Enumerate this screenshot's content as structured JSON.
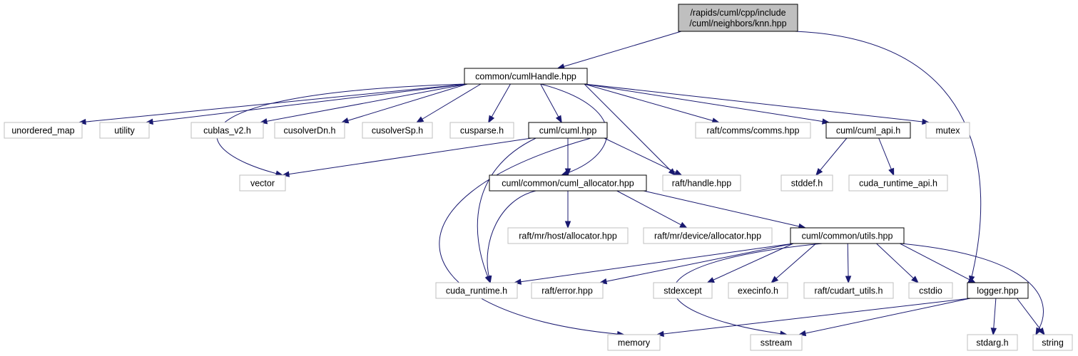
{
  "colors": {
    "edge": "#191970",
    "root_fill": "#bfbfbf",
    "missing_border": "#bfbfbf",
    "doc_border": "#000000"
  },
  "nodes": {
    "knn": {
      "lines": [
        "/rapids/cuml/cpp/include",
        "/cuml/neighbors/knn.hpp"
      ],
      "kind": "root"
    },
    "cumlHandle": {
      "lines": [
        "common/cumlHandle.hpp"
      ],
      "kind": "doc"
    },
    "unordered_map": {
      "lines": [
        "unordered_map"
      ],
      "kind": "missing"
    },
    "utility": {
      "lines": [
        "utility"
      ],
      "kind": "missing"
    },
    "cublas": {
      "lines": [
        "cublas_v2.h"
      ],
      "kind": "missing"
    },
    "cusolverDn": {
      "lines": [
        "cusolverDn.h"
      ],
      "kind": "missing"
    },
    "cusolverSp": {
      "lines": [
        "cusolverSp.h"
      ],
      "kind": "missing"
    },
    "cusparse": {
      "lines": [
        "cusparse.h"
      ],
      "kind": "missing"
    },
    "cuml_hpp": {
      "lines": [
        "cuml/cuml.hpp"
      ],
      "kind": "doc"
    },
    "comms": {
      "lines": [
        "raft/comms/comms.hpp"
      ],
      "kind": "missing"
    },
    "cuml_api": {
      "lines": [
        "cuml/cuml_api.h"
      ],
      "kind": "doc"
    },
    "mutex": {
      "lines": [
        "mutex"
      ],
      "kind": "missing"
    },
    "vector": {
      "lines": [
        "vector"
      ],
      "kind": "missing"
    },
    "allocator": {
      "lines": [
        "cuml/common/cuml_allocator.hpp"
      ],
      "kind": "doc"
    },
    "raft_handle": {
      "lines": [
        "raft/handle.hpp"
      ],
      "kind": "missing"
    },
    "stddef": {
      "lines": [
        "stddef.h"
      ],
      "kind": "missing"
    },
    "cuda_runtime_api": {
      "lines": [
        "cuda_runtime_api.h"
      ],
      "kind": "missing"
    },
    "host_alloc": {
      "lines": [
        "raft/mr/host/allocator.hpp"
      ],
      "kind": "missing"
    },
    "device_alloc": {
      "lines": [
        "raft/mr/device/allocator.hpp"
      ],
      "kind": "missing"
    },
    "utils": {
      "lines": [
        "cuml/common/utils.hpp"
      ],
      "kind": "doc"
    },
    "cuda_runtime": {
      "lines": [
        "cuda_runtime.h"
      ],
      "kind": "missing"
    },
    "raft_error": {
      "lines": [
        "raft/error.hpp"
      ],
      "kind": "missing"
    },
    "stdexcept": {
      "lines": [
        "stdexcept"
      ],
      "kind": "missing"
    },
    "execinfo": {
      "lines": [
        "execinfo.h"
      ],
      "kind": "missing"
    },
    "cudart_utils": {
      "lines": [
        "raft/cudart_utils.h"
      ],
      "kind": "missing"
    },
    "cstdio": {
      "lines": [
        "cstdio"
      ],
      "kind": "missing"
    },
    "logger": {
      "lines": [
        "logger.hpp"
      ],
      "kind": "doc"
    },
    "memory": {
      "lines": [
        "memory"
      ],
      "kind": "missing"
    },
    "sstream": {
      "lines": [
        "sstream"
      ],
      "kind": "missing"
    },
    "stdarg": {
      "lines": [
        "stdarg.h"
      ],
      "kind": "missing"
    },
    "string": {
      "lines": [
        "string"
      ],
      "kind": "missing"
    }
  },
  "edges": [
    [
      "knn",
      "cumlHandle"
    ],
    [
      "knn",
      "logger"
    ],
    [
      "cumlHandle",
      "unordered_map"
    ],
    [
      "cumlHandle",
      "utility"
    ],
    [
      "cumlHandle",
      "vector"
    ],
    [
      "cumlHandle",
      "cublas"
    ],
    [
      "cumlHandle",
      "cusolverDn"
    ],
    [
      "cumlHandle",
      "cusolverSp"
    ],
    [
      "cumlHandle",
      "cusparse"
    ],
    [
      "cumlHandle",
      "cuml_hpp"
    ],
    [
      "cumlHandle",
      "allocator"
    ],
    [
      "cumlHandle",
      "raft_handle"
    ],
    [
      "cumlHandle",
      "comms"
    ],
    [
      "cumlHandle",
      "cuml_api"
    ],
    [
      "cumlHandle",
      "mutex"
    ],
    [
      "cuml_hpp",
      "vector"
    ],
    [
      "cuml_hpp",
      "allocator"
    ],
    [
      "cuml_hpp",
      "raft_handle"
    ],
    [
      "cuml_hpp",
      "cuda_runtime"
    ],
    [
      "cuml_hpp",
      "memory"
    ],
    [
      "cuml_api",
      "stddef"
    ],
    [
      "cuml_api",
      "cuda_runtime_api"
    ],
    [
      "allocator",
      "cuda_runtime"
    ],
    [
      "allocator",
      "host_alloc"
    ],
    [
      "allocator",
      "device_alloc"
    ],
    [
      "allocator",
      "utils"
    ],
    [
      "utils",
      "cuda_runtime"
    ],
    [
      "utils",
      "raft_error"
    ],
    [
      "utils",
      "stdexcept"
    ],
    [
      "utils",
      "execinfo"
    ],
    [
      "utils",
      "cudart_utils"
    ],
    [
      "utils",
      "cstdio"
    ],
    [
      "utils",
      "logger"
    ],
    [
      "utils",
      "sstream"
    ],
    [
      "utils",
      "string"
    ],
    [
      "logger",
      "memory"
    ],
    [
      "logger",
      "sstream"
    ],
    [
      "logger",
      "stdarg"
    ],
    [
      "logger",
      "string"
    ]
  ]
}
